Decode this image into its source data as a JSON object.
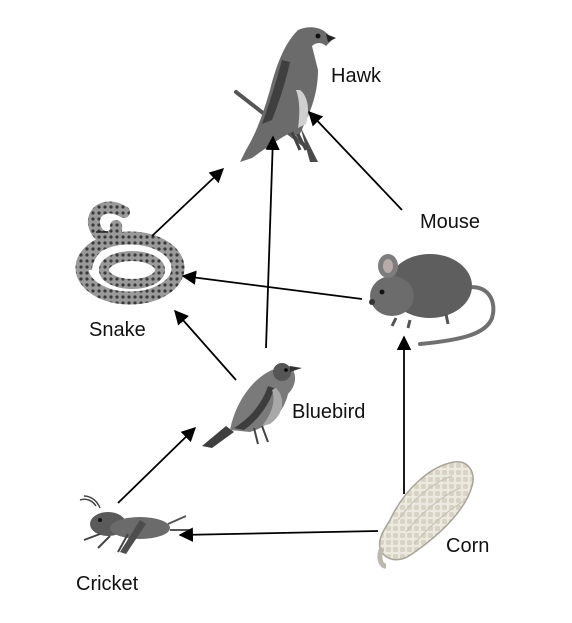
{
  "nodes": {
    "hawk": "Hawk",
    "mouse": "Mouse",
    "snake": "Snake",
    "bluebird": "Bluebird",
    "cricket": "Cricket",
    "corn": "Corn"
  },
  "edges": [
    {
      "from": "Snake",
      "to": "Hawk"
    },
    {
      "from": "Bluebird",
      "to": "Hawk"
    },
    {
      "from": "Mouse",
      "to": "Hawk"
    },
    {
      "from": "Mouse",
      "to": "Snake"
    },
    {
      "from": "Bluebird",
      "to": "Snake"
    },
    {
      "from": "Cricket",
      "to": "Bluebird"
    },
    {
      "from": "Corn",
      "to": "Mouse"
    },
    {
      "from": "Corn",
      "to": "Cricket"
    }
  ]
}
